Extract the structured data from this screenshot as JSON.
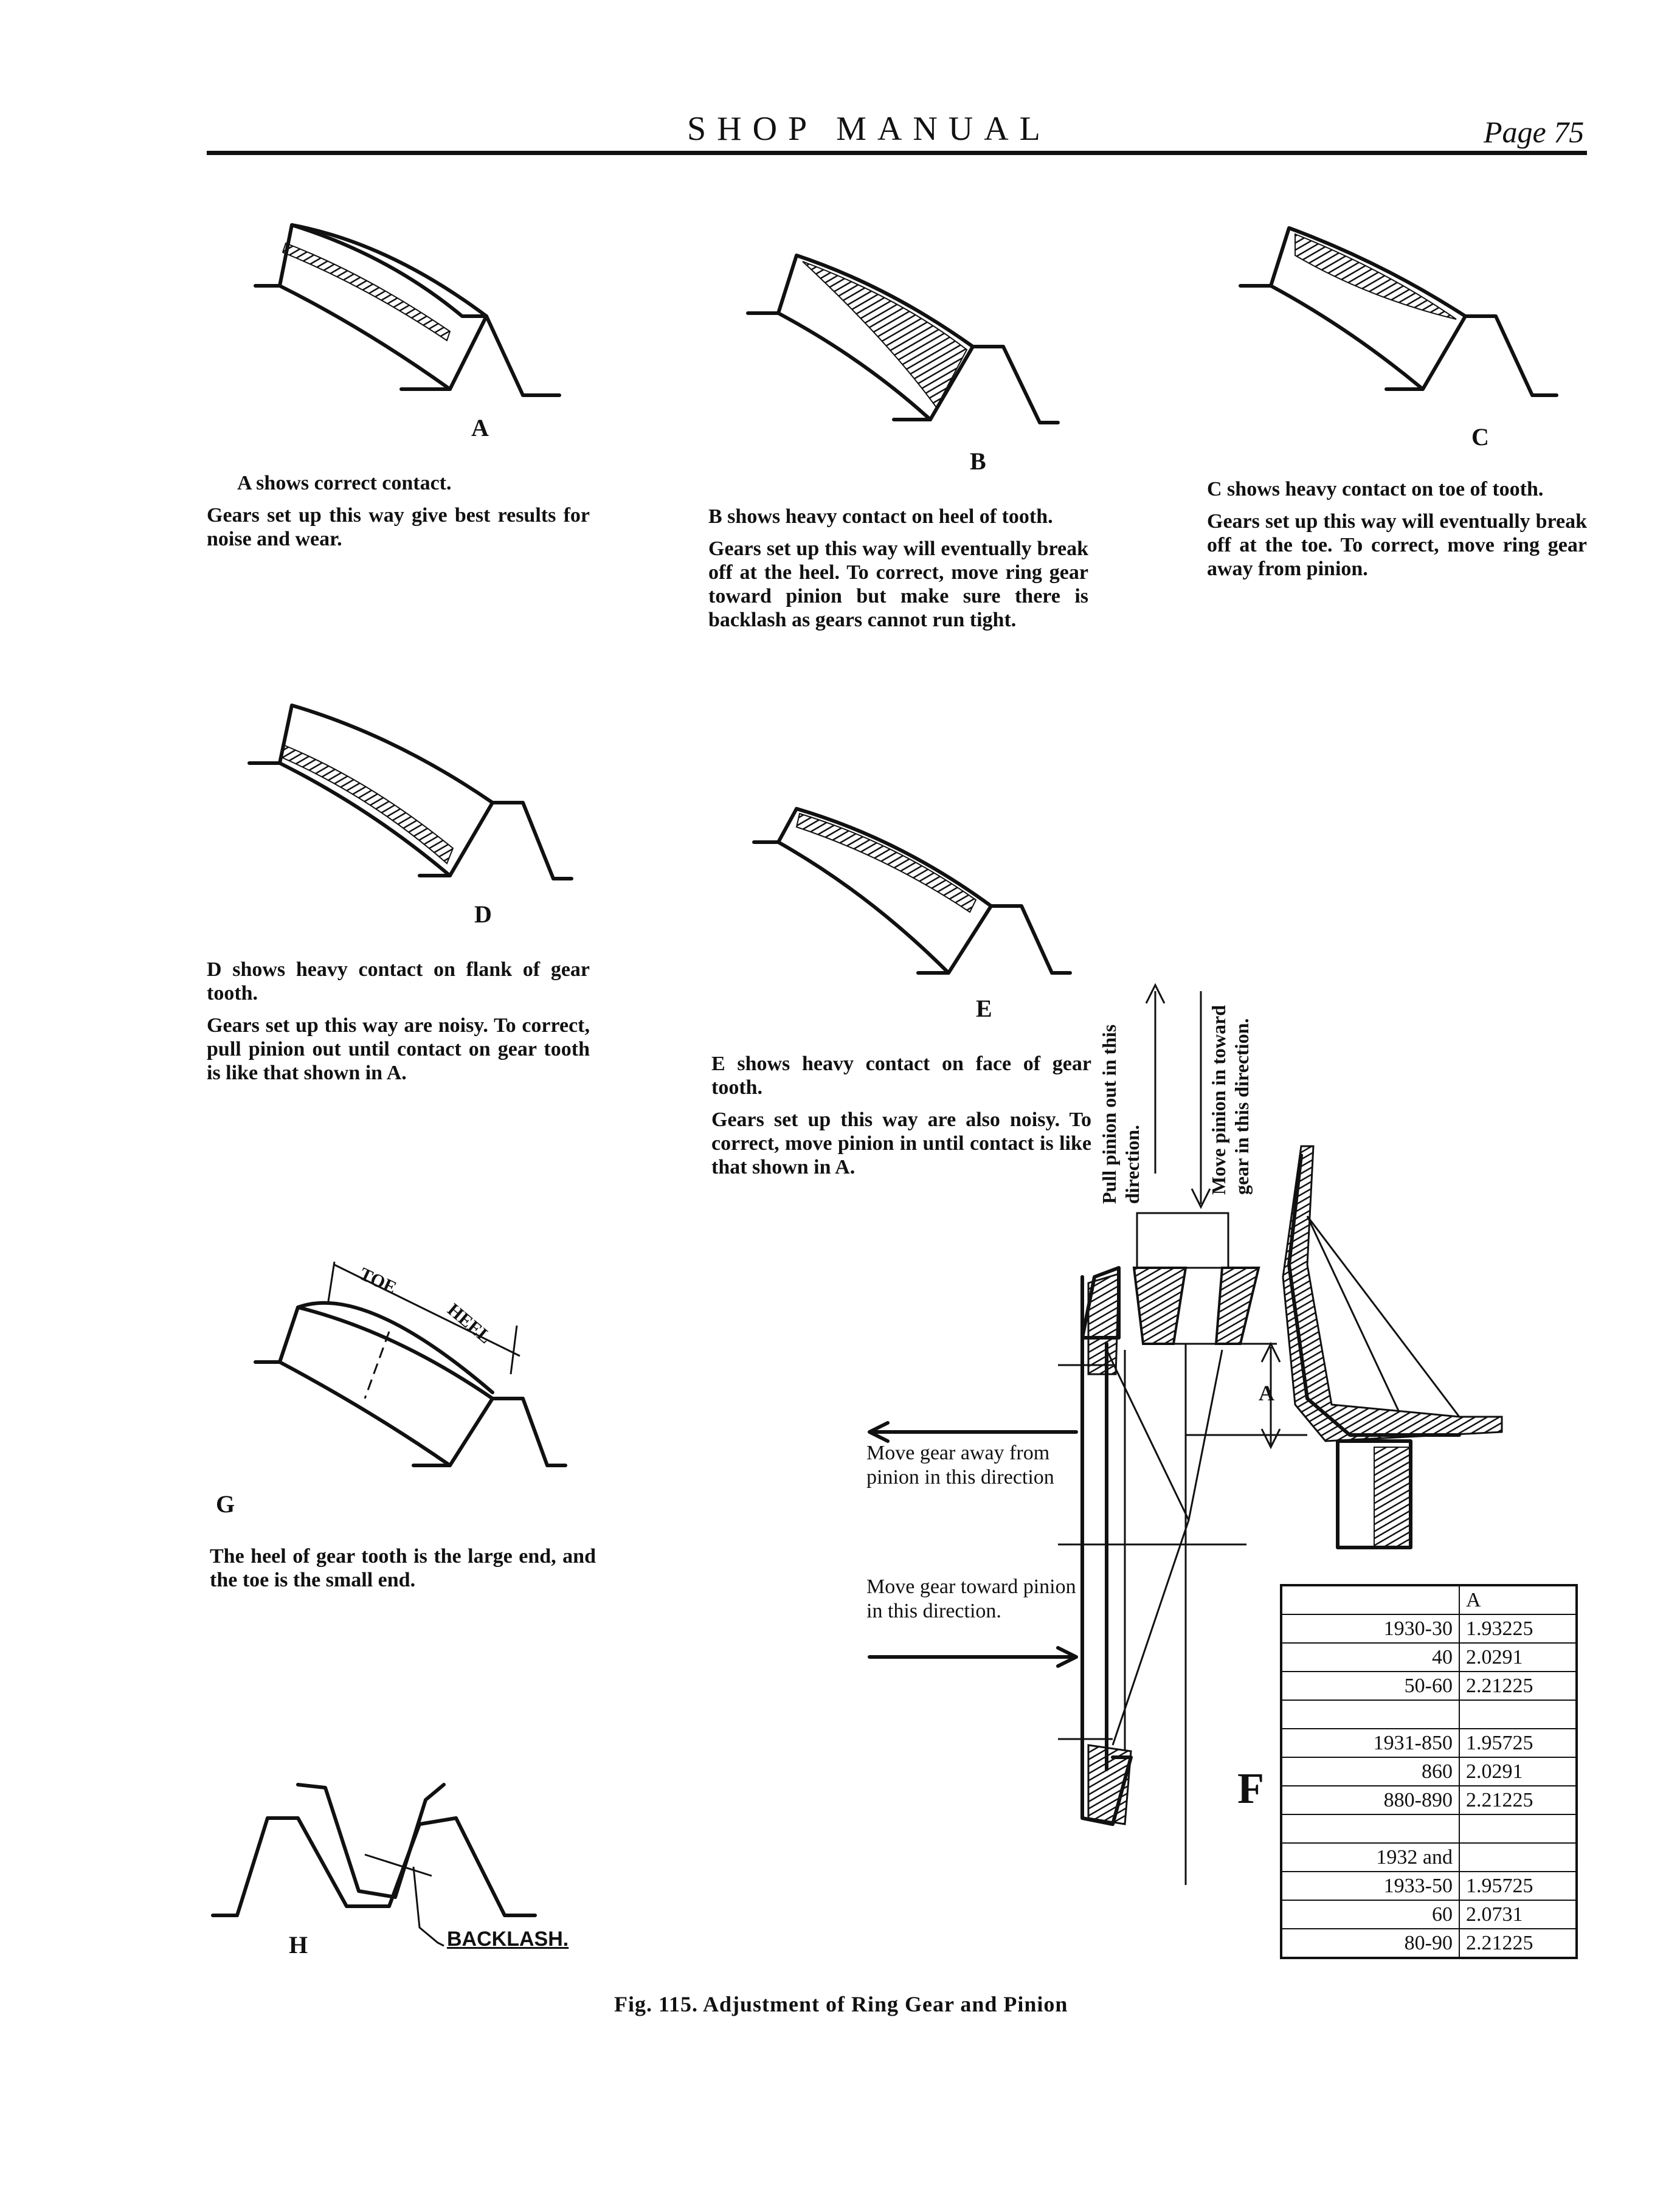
{
  "header": {
    "title": "SHOP MANUAL",
    "page": "Page 75"
  },
  "figures": {
    "A": {
      "letter": "A",
      "text": [
        "A shows correct contact.",
        "Gears set up this way give best results for noise and wear."
      ]
    },
    "B": {
      "letter": "B",
      "text": [
        "B shows heavy contact on heel of tooth.",
        "Gears set up this way will eventually break off at the heel. To correct, move ring gear toward pinion but make sure there is backlash as gears cannot run tight."
      ]
    },
    "C": {
      "letter": "C",
      "text": [
        "C shows heavy contact on toe of tooth.",
        "Gears set up this way will eventually break off at the toe. To correct, move ring gear away from pinion."
      ]
    },
    "D": {
      "letter": "D",
      "text": [
        "D shows heavy contact on flank of gear tooth.",
        "Gears set up this way are noisy. To correct, pull pinion out until contact on gear tooth is like that shown in A."
      ]
    },
    "E": {
      "letter": "E",
      "text": [
        "E shows heavy contact on face of gear tooth.",
        "Gears set up this way are also noisy. To correct, move pinion in until contact is like that shown in A."
      ]
    },
    "G": {
      "letter": "G",
      "toe": "TOE",
      "heel": "HEEL",
      "text": [
        "The heel of gear tooth is the large end, and the toe is the small end."
      ]
    },
    "H": {
      "letter": "H",
      "backlash": "BACKLASH."
    }
  },
  "diagram_f": {
    "letter": "F",
    "dimension_label": "A",
    "pull_pinion": "Pull pinion out in this direction.",
    "move_pinion": "Move pinion in toward gear in this direction.",
    "move_away": "Move gear away from pinion in this direction",
    "move_toward": "Move gear toward pinion in this direction."
  },
  "table": {
    "header": [
      "",
      "A"
    ],
    "rows": [
      [
        "1930-30",
        "1.93225"
      ],
      [
        "40",
        "2.0291"
      ],
      [
        "50-60",
        "2.21225"
      ],
      [
        "",
        ""
      ],
      [
        "1931-850",
        "1.95725"
      ],
      [
        "860",
        "2.0291"
      ],
      [
        "880-890",
        "2.21225"
      ],
      [
        "",
        ""
      ],
      [
        "1932 and",
        ""
      ],
      [
        "1933-50",
        "1.95725"
      ],
      [
        "60",
        "2.0731"
      ],
      [
        "80-90",
        "2.21225"
      ]
    ]
  },
  "figure_caption": "Fig. 115. Adjustment of Ring Gear and Pinion"
}
